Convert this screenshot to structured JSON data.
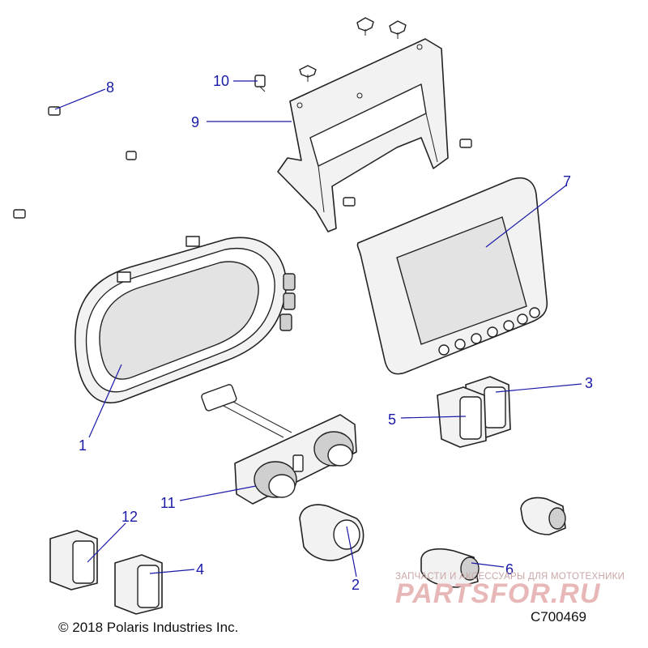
{
  "callouts": [
    "1",
    "2",
    "3",
    "4",
    "5",
    "6",
    "7",
    "8",
    "9",
    "10",
    "11",
    "12"
  ],
  "copyright": "© 2018 Polaris Industries Inc.",
  "diagram_code": "C700469",
  "watermark": {
    "tagline": "ЗАПЧАСТИ И АКСЕССУАРЫ ДЛЯ МОТОТЕХНИКИ",
    "logo": "PARTSFOR.RU"
  },
  "colors": {
    "leader": "#1a1aa8",
    "watermark": "#e8b8b8"
  },
  "icons": [
    "screw-icon",
    "bracket-icon",
    "gauge-cluster-icon",
    "display-icon",
    "rocker-switch-icon",
    "knob-icon",
    "power-outlet-icon"
  ]
}
